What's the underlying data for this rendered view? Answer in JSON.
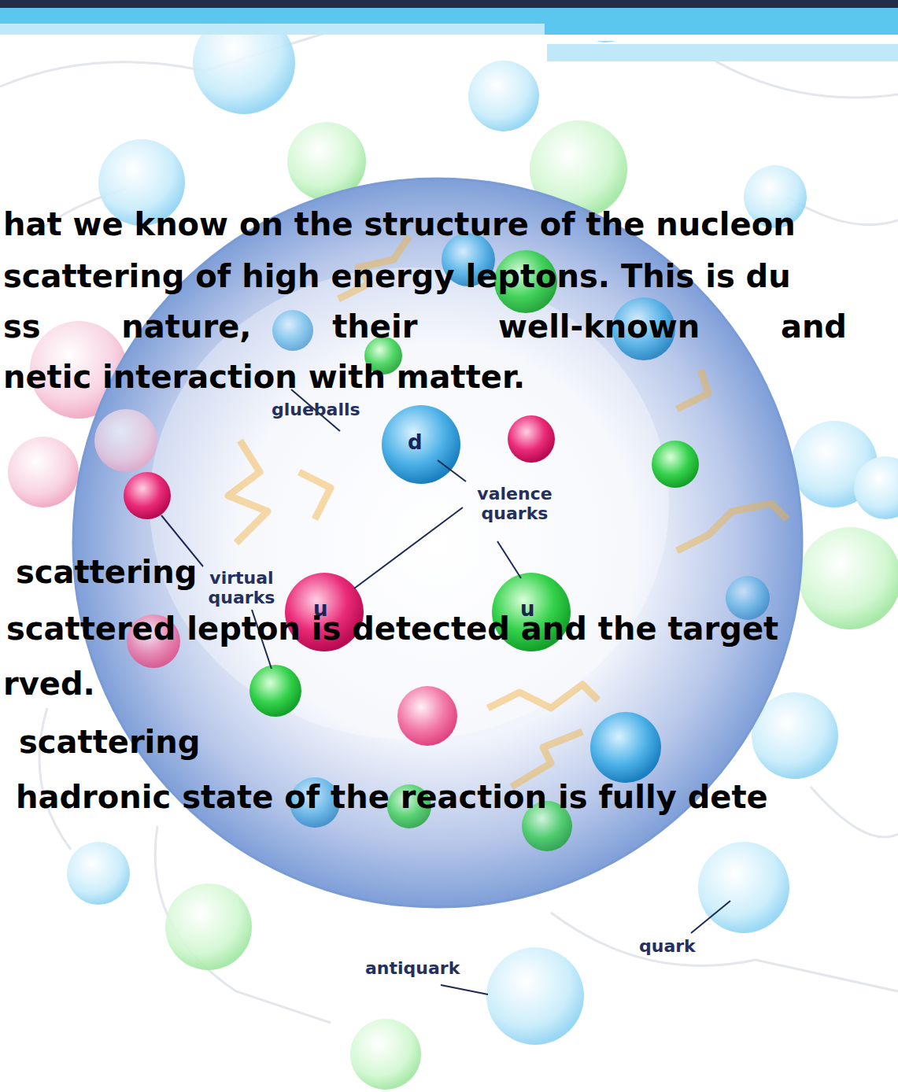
{
  "diagram": {
    "labels": [
      "hat we know on the structure of the nucleon",
      "scattering of high energy leptons. This is du",
      "ss nature, their well-known and",
      "netic interaction with matter.",
      "glueballs",
      "d",
      "valence quarks",
      "scattering",
      "virtual quarks",
      "u",
      "u",
      "scattered lepton is detected and the target",
      "rved.",
      "scattering",
      "hadronic state of the reaction is fully dete",
      "quark",
      "antiquark"
    ]
  }
}
